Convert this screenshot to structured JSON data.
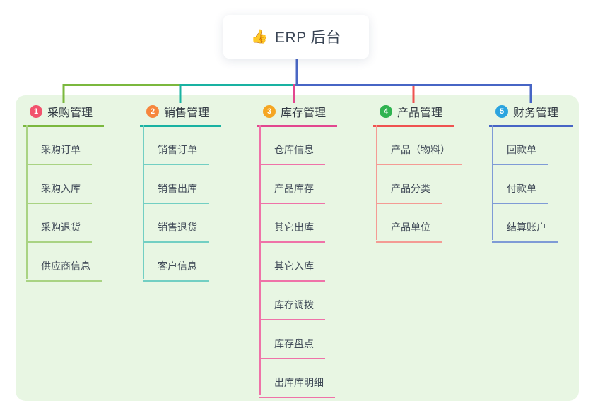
{
  "root": {
    "icon": "👍",
    "icon_name": "thumbs-up",
    "label": "ERP 后台"
  },
  "connector_color": "#4a67c4",
  "panel_bg": "#e8f6e3",
  "branches": [
    {
      "num": "1",
      "label": "采购管理",
      "color": "#7bb83e",
      "child_color": "#a9d383",
      "badge_color": "#f2536d",
      "children": [
        "采购订单",
        "采购入库",
        "采购退货",
        "供应商信息"
      ]
    },
    {
      "num": "2",
      "label": "销售管理",
      "color": "#19b2a2",
      "child_color": "#72cfc3",
      "badge_color": "#f6863d",
      "children": [
        "销售订单",
        "销售出库",
        "销售退货",
        "客户信息"
      ]
    },
    {
      "num": "3",
      "label": "库存管理",
      "color": "#e2478f",
      "child_color": "#ef72a8",
      "badge_color": "#f5a623",
      "children": [
        "仓库信息",
        "产品库存",
        "其它出库",
        "其它入库",
        "库存调拨",
        "库存盘点",
        "出库库明细"
      ]
    },
    {
      "num": "4",
      "label": "产品管理",
      "color": "#ef5350",
      "child_color": "#f49b94",
      "badge_color": "#2fb350",
      "children": [
        "产品（物料）",
        "产品分类",
        "产品单位"
      ]
    },
    {
      "num": "5",
      "label": "财务管理",
      "color": "#4765c5",
      "child_color": "#7f9bd6",
      "badge_color": "#2ba4df",
      "children": [
        "回款单",
        "付款单",
        "结算账户"
      ]
    }
  ]
}
